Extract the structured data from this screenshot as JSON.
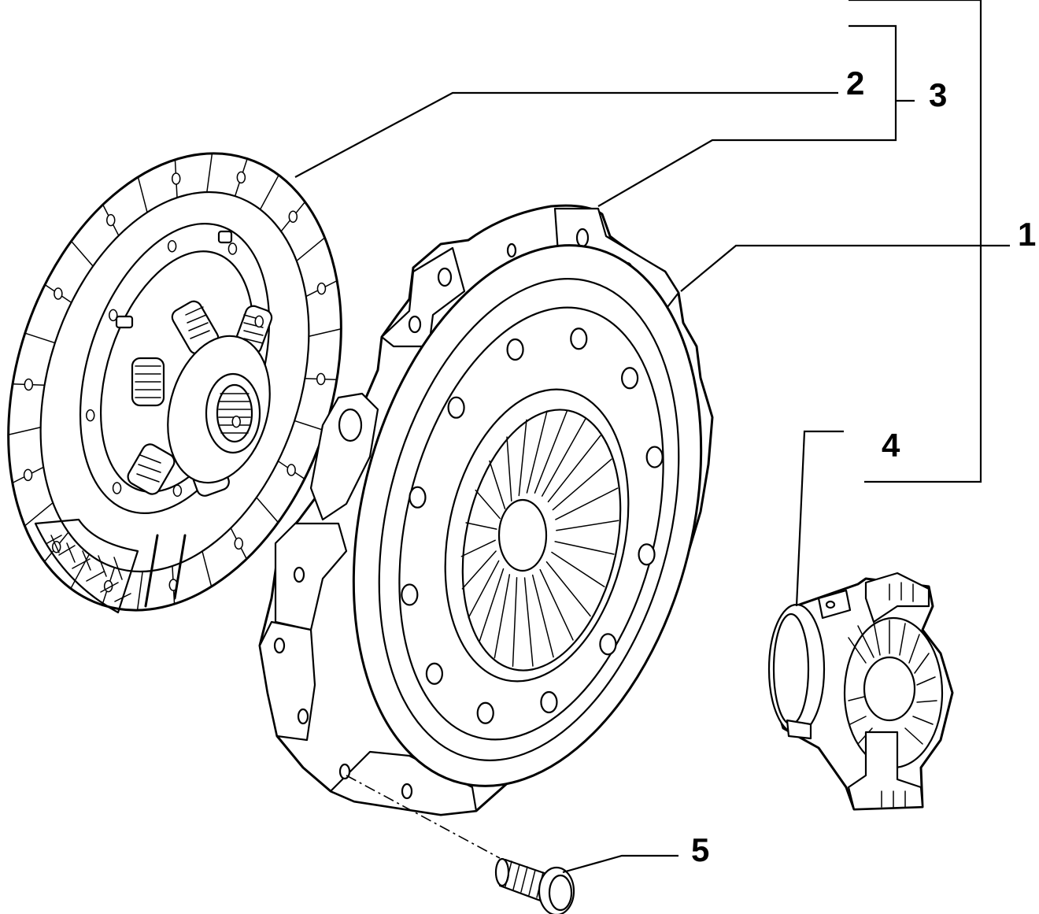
{
  "callouts": {
    "c1": "1",
    "c2": "2",
    "c3": "3",
    "c4": "4",
    "c5": "5"
  },
  "colors": {
    "ink": "#000000",
    "paper": "#ffffff"
  }
}
